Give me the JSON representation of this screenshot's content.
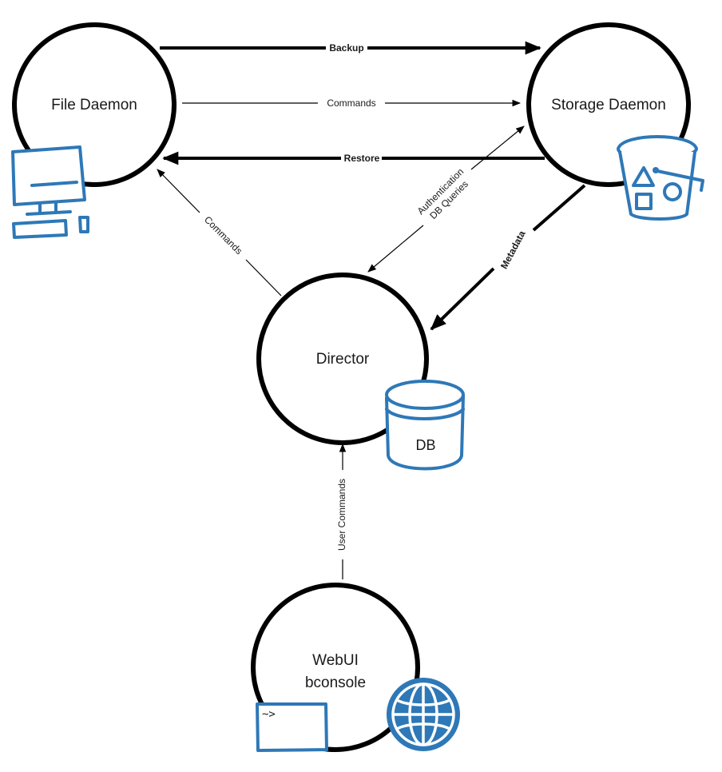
{
  "nodes": {
    "file_daemon": {
      "label": "File Daemon"
    },
    "storage_daemon": {
      "label": "Storage Daemon"
    },
    "director": {
      "label": "Director"
    },
    "webui": {
      "label_line1": "WebUI",
      "label_line2": "bconsole"
    }
  },
  "edges": {
    "backup": "Backup",
    "commands_fd_sd": "Commands",
    "restore": "Restore",
    "commands_dir_fd": "Commands",
    "auth_line1": "Authentication",
    "auth_line2": "DB Queries",
    "metadata": "Metadata",
    "user_commands": "User Commands"
  },
  "icons": {
    "db_label": "DB",
    "terminal_prompt": "~>",
    "computer": "computer-icon",
    "bucket": "bucket-icon",
    "database": "database-icon",
    "terminal": "terminal-icon",
    "globe": "globe-icon"
  },
  "colors": {
    "icon_blue": "#2e78b7",
    "stroke": "#000000"
  }
}
